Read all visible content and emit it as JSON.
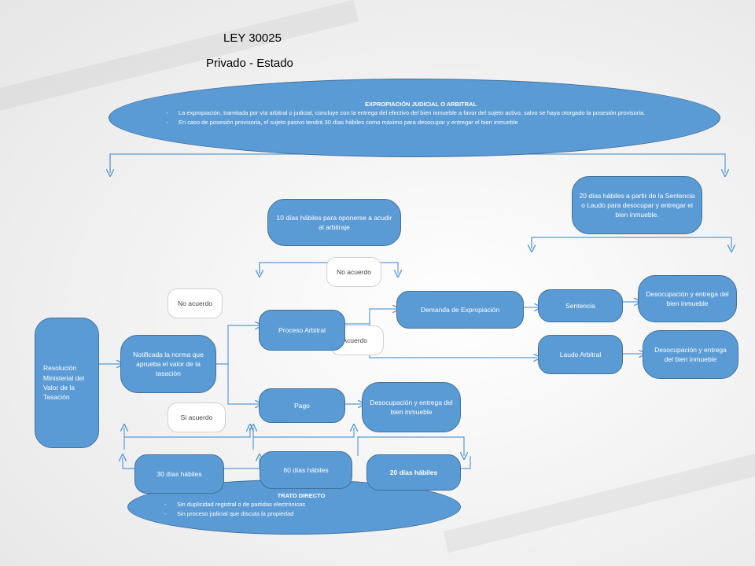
{
  "title": "LEY 30025",
  "subtitle": "Privado - Estado",
  "top_ellipse": {
    "heading": "EXPROPIACIÓN JUDICIAL O ARBITRAL",
    "items": [
      "La expropiación, tramitada por vía arbitral o judicial, concluye con la entrega del efectivo del bien inmueble a favor del sujeto activo, salvo se haya otorgado la posesión provisoria.",
      "En caso de posesión provisoria, el sujeto pasivo tendrá 30 días hábiles como máximo para desocupar y entregar el bien inmueble"
    ]
  },
  "bottom_ellipse": {
    "heading": "TRATO DIRECTO",
    "items": [
      "Sin duplicidad registral o de partidas electrónicas",
      "Sin proceso judicial que discuta la propiedad"
    ]
  },
  "nodes": {
    "resolucion": "Resolución Ministerial del Valor de la Tasación",
    "notificada": "Notificada la norma que aprueba el valor de la tasación",
    "proceso_arbitral": "Proceso Arbitral",
    "pago": "Pago",
    "desocupacion_pago": "Desocupación y entrega del bien inmueble",
    "demanda": "Demanda de Expropiación",
    "sentencia": "Sentencia",
    "laudo": "Laudo Arbitral",
    "desocupacion_sentencia": "Desocupación y entrega del bien inmueble",
    "desocupacion_laudo": "Desocupación y entrega del bien inmueble",
    "diez_dias": "10 días hábiles para oponerse a acudir al arbitraje",
    "veinte_dias_top": "20 días hábiles a partir de la Sentencia o Laudo para desocupar y entregar el bien inmueble.",
    "treinta_dias": "30 días hábiles",
    "sesenta_dias": "60 días hábiles",
    "veinte_dias_bottom": "20 días hábiles"
  },
  "labels": {
    "no_acuerdo_1": "No acuerdo",
    "no_acuerdo_2": "No acuerdo",
    "acuerdo": "Acuerdo",
    "si_acuerdo": "Si acuerdo"
  },
  "colors": {
    "box_fill": "#5b9bd5",
    "box_border": "#41719c",
    "line": "#5b9bd5"
  }
}
